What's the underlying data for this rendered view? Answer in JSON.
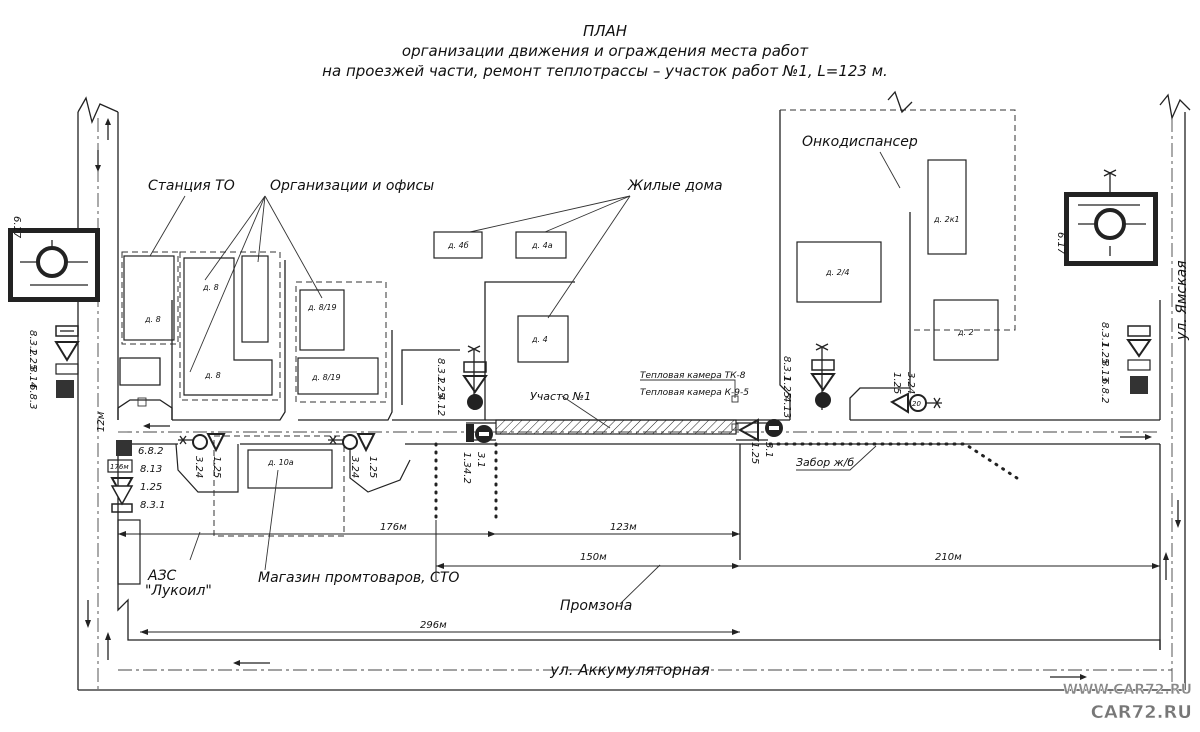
{
  "title": {
    "line1": "ПЛАН",
    "line2": "организации движения и ограждения места работ",
    "line3": "на проезжей части, ремонт теплотрассы – участок работ №1, L=123 м."
  },
  "areas": {
    "station": "Станция ТО",
    "offices": "Организации и офисы",
    "residential": "Жилые дома",
    "onco": "Онкодиспансер",
    "promzona": "Промзона",
    "shop": "Магазин промтоваров, СТО",
    "azs_line1": "АЗС",
    "azs_line2": "\"Лукоил\""
  },
  "buildings": {
    "d8a": "д. 8",
    "d8b": "д. 8",
    "d8c": "д. 8",
    "d819a": "д. 8/19",
    "d819b": "д. 8/19",
    "d4b": "д. 4б",
    "d4a": "д. 4а",
    "d4": "д. 4",
    "d10a": "д. 10а",
    "d2k1": "д. 2к1",
    "d24": "д. 2/4",
    "d2": "д. 2"
  },
  "streets": {
    "bottom": "ул. Аккумуляторная",
    "right": "ул. Ямская"
  },
  "work": {
    "site": "Участо №1",
    "chamber1": "Тепловая камера ТК-8",
    "chamber2": "Тепловая камера К-9-5",
    "fence": "Забор ж/б"
  },
  "dimensions": {
    "d176": "176м",
    "d123": "123м",
    "d150": "150м",
    "d210": "210м",
    "d296": "296м",
    "d12": "12м"
  },
  "signs": {
    "s617_left": "6.17",
    "s617_right": "6.17",
    "left_group": [
      "8.3.2",
      "1.25",
      "8.14",
      "6.8.3"
    ],
    "left_lower": [
      "6.8.2",
      "8.13",
      "1.25",
      "8.3.1"
    ],
    "mid_a": [
      "3.24",
      "1.25"
    ],
    "mid_b": [
      "3.24",
      "1.25"
    ],
    "mid_c": [
      "8.3.2",
      "1.25",
      "4.12"
    ],
    "work_left": [
      "3.1",
      "1.34.2"
    ],
    "work_right": [
      "1.25",
      "3.1"
    ],
    "right_a": [
      "8.3.1",
      "1.25",
      "4.13"
    ],
    "right_b": [
      "1.25",
      "3.24"
    ],
    "right_group": [
      "8.3.1",
      "1.25",
      "8.13",
      "6.8.2"
    ],
    "speed": "20",
    "plate_176": "176м"
  },
  "watermark": {
    "line1": "WWW.CAR72.RU",
    "line2": "CAR72.RU"
  }
}
